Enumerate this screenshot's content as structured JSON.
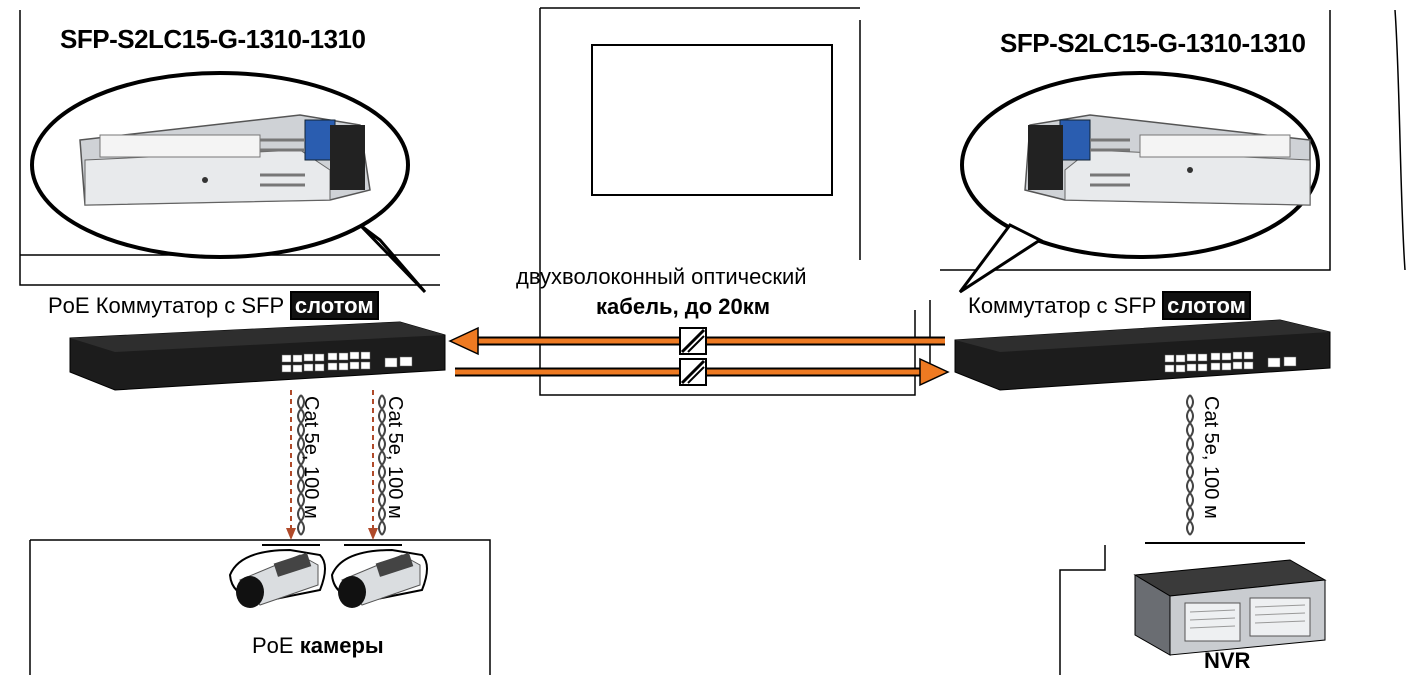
{
  "sfp_left": {
    "model": "SFP-S2LC15-G-1310-1310"
  },
  "sfp_right": {
    "model": "SFP-S2LC15-G-1310-1310"
  },
  "switch_left": {
    "label": "PoE Коммутатор с SFP",
    "slot_label": "слотом"
  },
  "switch_right": {
    "label": "Коммутатор с SFP",
    "slot_label": "слотом"
  },
  "fiber": {
    "line1": "двухволоконный оптический",
    "line2": "кабель, до 20км"
  },
  "cables": {
    "cam1": "Cat 5e, 100 м",
    "cam2": "Cat 5e, 100 м",
    "nvr": "Cat 5e, 100 м"
  },
  "cameras": {
    "label_plain": "PoE",
    "label_bold": "камеры"
  },
  "nvr": {
    "label": "NVR"
  },
  "colors": {
    "fiber_arrow": "#ee7a22",
    "cable_dash": "#b04a2a",
    "switch_body": "#1c1c1c"
  }
}
